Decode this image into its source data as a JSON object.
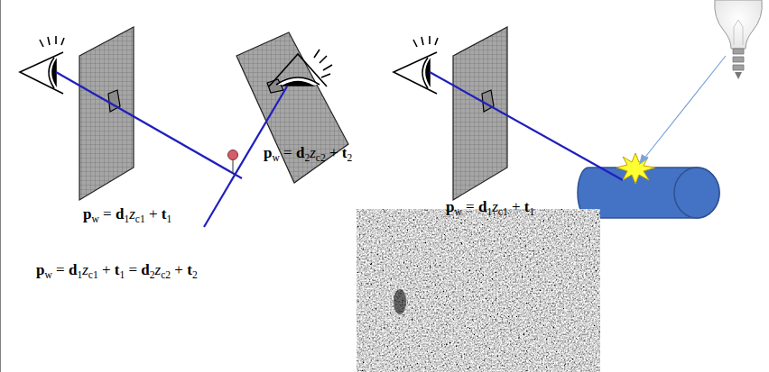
{
  "diagram": {
    "labels": [
      "pw = d1zc1 + t1",
      "pw = d2zc2 + t2",
      "pw = d1zc1 + t1",
      "pw = d1zc1 + t1 = d2zc2 + t2"
    ]
  }
}
